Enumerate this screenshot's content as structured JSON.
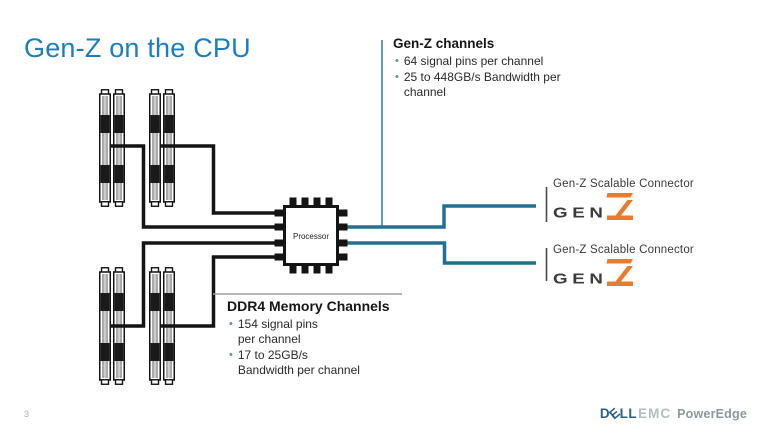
{
  "slide": {
    "title": "Gen-Z on the CPU"
  },
  "genz_channels": {
    "heading": "Gen-Z channels",
    "bullets": [
      "64 signal pins per channel",
      "25 to 448GB/s Bandwidth per\nchannel"
    ]
  },
  "ddr4_channels": {
    "heading": "DDR4 Memory Channels",
    "bullets": [
      "154 signal pins\nper channel",
      "17 to 25GB/s\nBandwidth per channel"
    ]
  },
  "processor": {
    "label": "Processor"
  },
  "connectors": [
    {
      "label": "Gen-Z Scalable Connector",
      "logo_gen": "GEN"
    },
    {
      "label": "Gen-Z Scalable Connector",
      "logo_gen": "GEN"
    }
  ],
  "footer": {
    "page_number": "3",
    "brand_d": "D",
    "brand_e": "E",
    "brand_ll": "LL",
    "brand_emc": "EMC",
    "brand_product": "PowerEdge"
  },
  "colors": {
    "accent_blue": "#1b7ec0",
    "wire_teal": "#207093",
    "logo_orange": "#e87b2e",
    "ink": "#141414"
  }
}
